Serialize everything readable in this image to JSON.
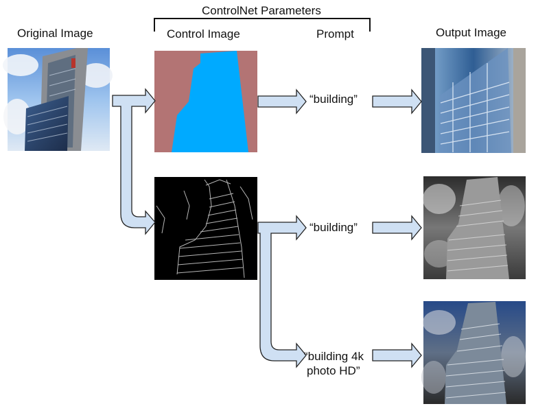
{
  "headers": {
    "original": "Original Image",
    "controlnet": "ControlNet Parameters",
    "control_image": "Control Image",
    "prompt": "Prompt",
    "output": "Output Image"
  },
  "prompts": {
    "row1": "“building”",
    "row2": "“building”",
    "row3_line1": "“building 4k",
    "row3_line2": "photo HD”"
  },
  "colors": {
    "arrow_fill": "#cfe0f3",
    "arrow_stroke": "#222222",
    "segmentation_background": "#b37474",
    "segmentation_building": "#00aaff",
    "edge_map_background": "#000000"
  }
}
